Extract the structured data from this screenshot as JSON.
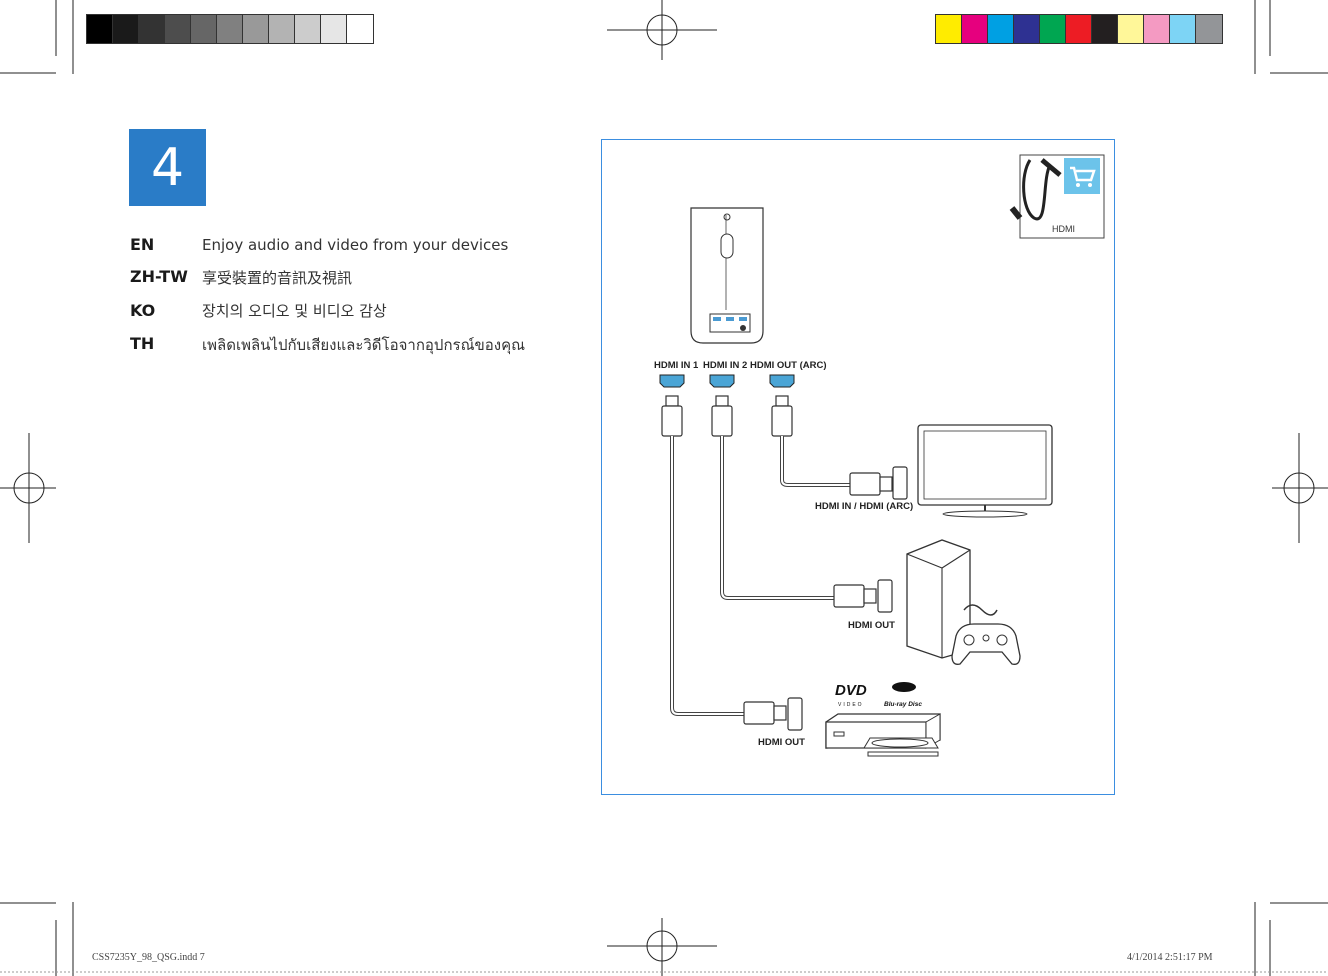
{
  "step": {
    "number": "4"
  },
  "languages": [
    {
      "code": "EN",
      "text": "Enjoy audio and video from your devices"
    },
    {
      "code": "ZH-TW",
      "text": "享受裝置的音訊及視訊"
    },
    {
      "code": "KO",
      "text": "장치의 오디오 및 비디오 감상"
    },
    {
      "code": "TH",
      "text": "เพลิดเพลินไปกับเสียงและวิดีโอจากอุปกรณ์ของคุณ"
    }
  ],
  "diagram": {
    "ports": [
      "HDMI IN 1",
      "HDMI IN 2",
      "HDMI OUT (ARC)"
    ],
    "tv_label": "HDMI IN / HDMI (ARC)",
    "console_label": "HDMI OUT",
    "player_label": "HDMI OUT",
    "accessory_label": "HDMI",
    "dvd_logo": "DVD",
    "dvd_sub": "VIDEO",
    "bluray_logo": "Blu-ray Disc"
  },
  "colors": {
    "accent": "#2a7cc7",
    "grayscale_bar": [
      "#000000",
      "#1a1a1a",
      "#333333",
      "#4d4d4d",
      "#666666",
      "#808080",
      "#999999",
      "#b3b3b3",
      "#cccccc",
      "#e6e6e6",
      "#ffffff"
    ],
    "color_bar": [
      "#ffec00",
      "#e6007e",
      "#00a0e3",
      "#2e3192",
      "#00a651",
      "#ed1c24",
      "#231f20",
      "#fff799",
      "#f49ac2",
      "#7dd4f5",
      "#939598"
    ]
  },
  "footer": {
    "file": "CSS7235Y_98_QSG.indd   7",
    "timestamp": "4/1/2014   2:51:17 PM"
  }
}
